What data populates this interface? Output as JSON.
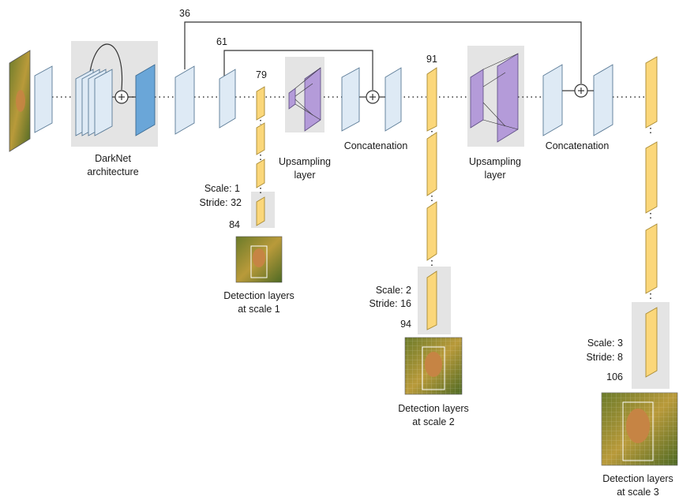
{
  "skip_labels": {
    "a": "36",
    "b": "61"
  },
  "layer_numbers": {
    "n79": "79",
    "n91": "91",
    "n84": "84",
    "n94": "94",
    "n106": "106"
  },
  "labels": {
    "darknet_line1": "DarkNet",
    "darknet_line2": "architecture",
    "upsampling1_line1": "Upsampling",
    "upsampling1_line2": "layer",
    "upsampling2_line1": "Upsampling",
    "upsampling2_line2": "layer",
    "concat1": "Concatenation",
    "concat2": "Concatenation"
  },
  "scales": [
    {
      "scale": "Scale: 1",
      "stride": "Stride: 32",
      "caption1": "Detection layers",
      "caption2": "at scale 1"
    },
    {
      "scale": "Scale: 2",
      "stride": "Stride: 16",
      "caption1": "Detection layers",
      "caption2": "at scale 2"
    },
    {
      "scale": "Scale: 3",
      "stride": "Stride: 8",
      "caption1": "Detection layers",
      "caption2": "at scale 3"
    }
  ],
  "colors": {
    "feature_map_fill": "#deeaf5",
    "feature_map_edge": "#5a7a96",
    "darknet_blue": "#6aa6d8",
    "detection_yellow": "#fbd77a",
    "detection_edge": "#a88a34",
    "upsample_purple": "#b49bd9",
    "panel_gray": "#e4e4e4",
    "line": "#333333"
  },
  "icons": {
    "sum_node": "circled-plus-icon",
    "photo": "dog-photo-thumbnail"
  }
}
